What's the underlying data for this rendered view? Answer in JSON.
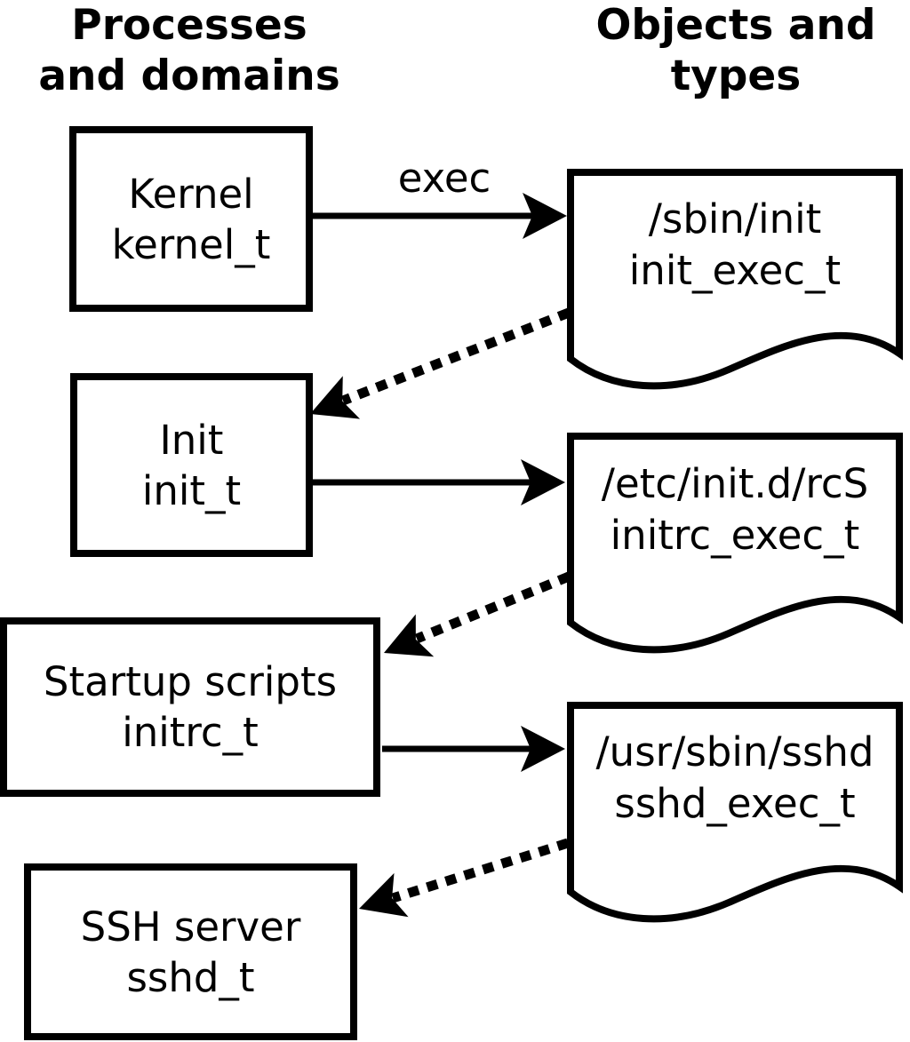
{
  "headers": {
    "left": {
      "line1": "Processes",
      "line2": "and domains"
    },
    "right": {
      "line1": "Objects and",
      "line2": "types"
    }
  },
  "arrow_label": "exec",
  "boxes": [
    {
      "name": "Kernel",
      "type": "kernel_t"
    },
    {
      "name": "Init",
      "type": "init_t"
    },
    {
      "name": "Startup scripts",
      "type": "initrc_t"
    },
    {
      "name": "SSH server",
      "type": "sshd_t"
    }
  ],
  "docs": [
    {
      "path": "/sbin/init",
      "type": "init_exec_t"
    },
    {
      "path": "/etc/init.d/rcS",
      "type": "initrc_exec_t"
    },
    {
      "path": "/usr/sbin/sshd",
      "type": "sshd_exec_t"
    }
  ],
  "edges": [
    {
      "from": "kernel_t",
      "to": "init_exec_t",
      "style": "solid",
      "label": "exec"
    },
    {
      "from": "init_exec_t",
      "to": "init_t",
      "style": "dotted",
      "label": ""
    },
    {
      "from": "init_t",
      "to": "initrc_exec_t",
      "style": "solid",
      "label": ""
    },
    {
      "from": "initrc_exec_t",
      "to": "initrc_t",
      "style": "dotted",
      "label": ""
    },
    {
      "from": "initrc_t",
      "to": "sshd_exec_t",
      "style": "solid",
      "label": ""
    },
    {
      "from": "sshd_exec_t",
      "to": "sshd_t",
      "style": "dotted",
      "label": ""
    }
  ],
  "colors": {
    "ink": "#000000",
    "background": "#ffffff"
  }
}
